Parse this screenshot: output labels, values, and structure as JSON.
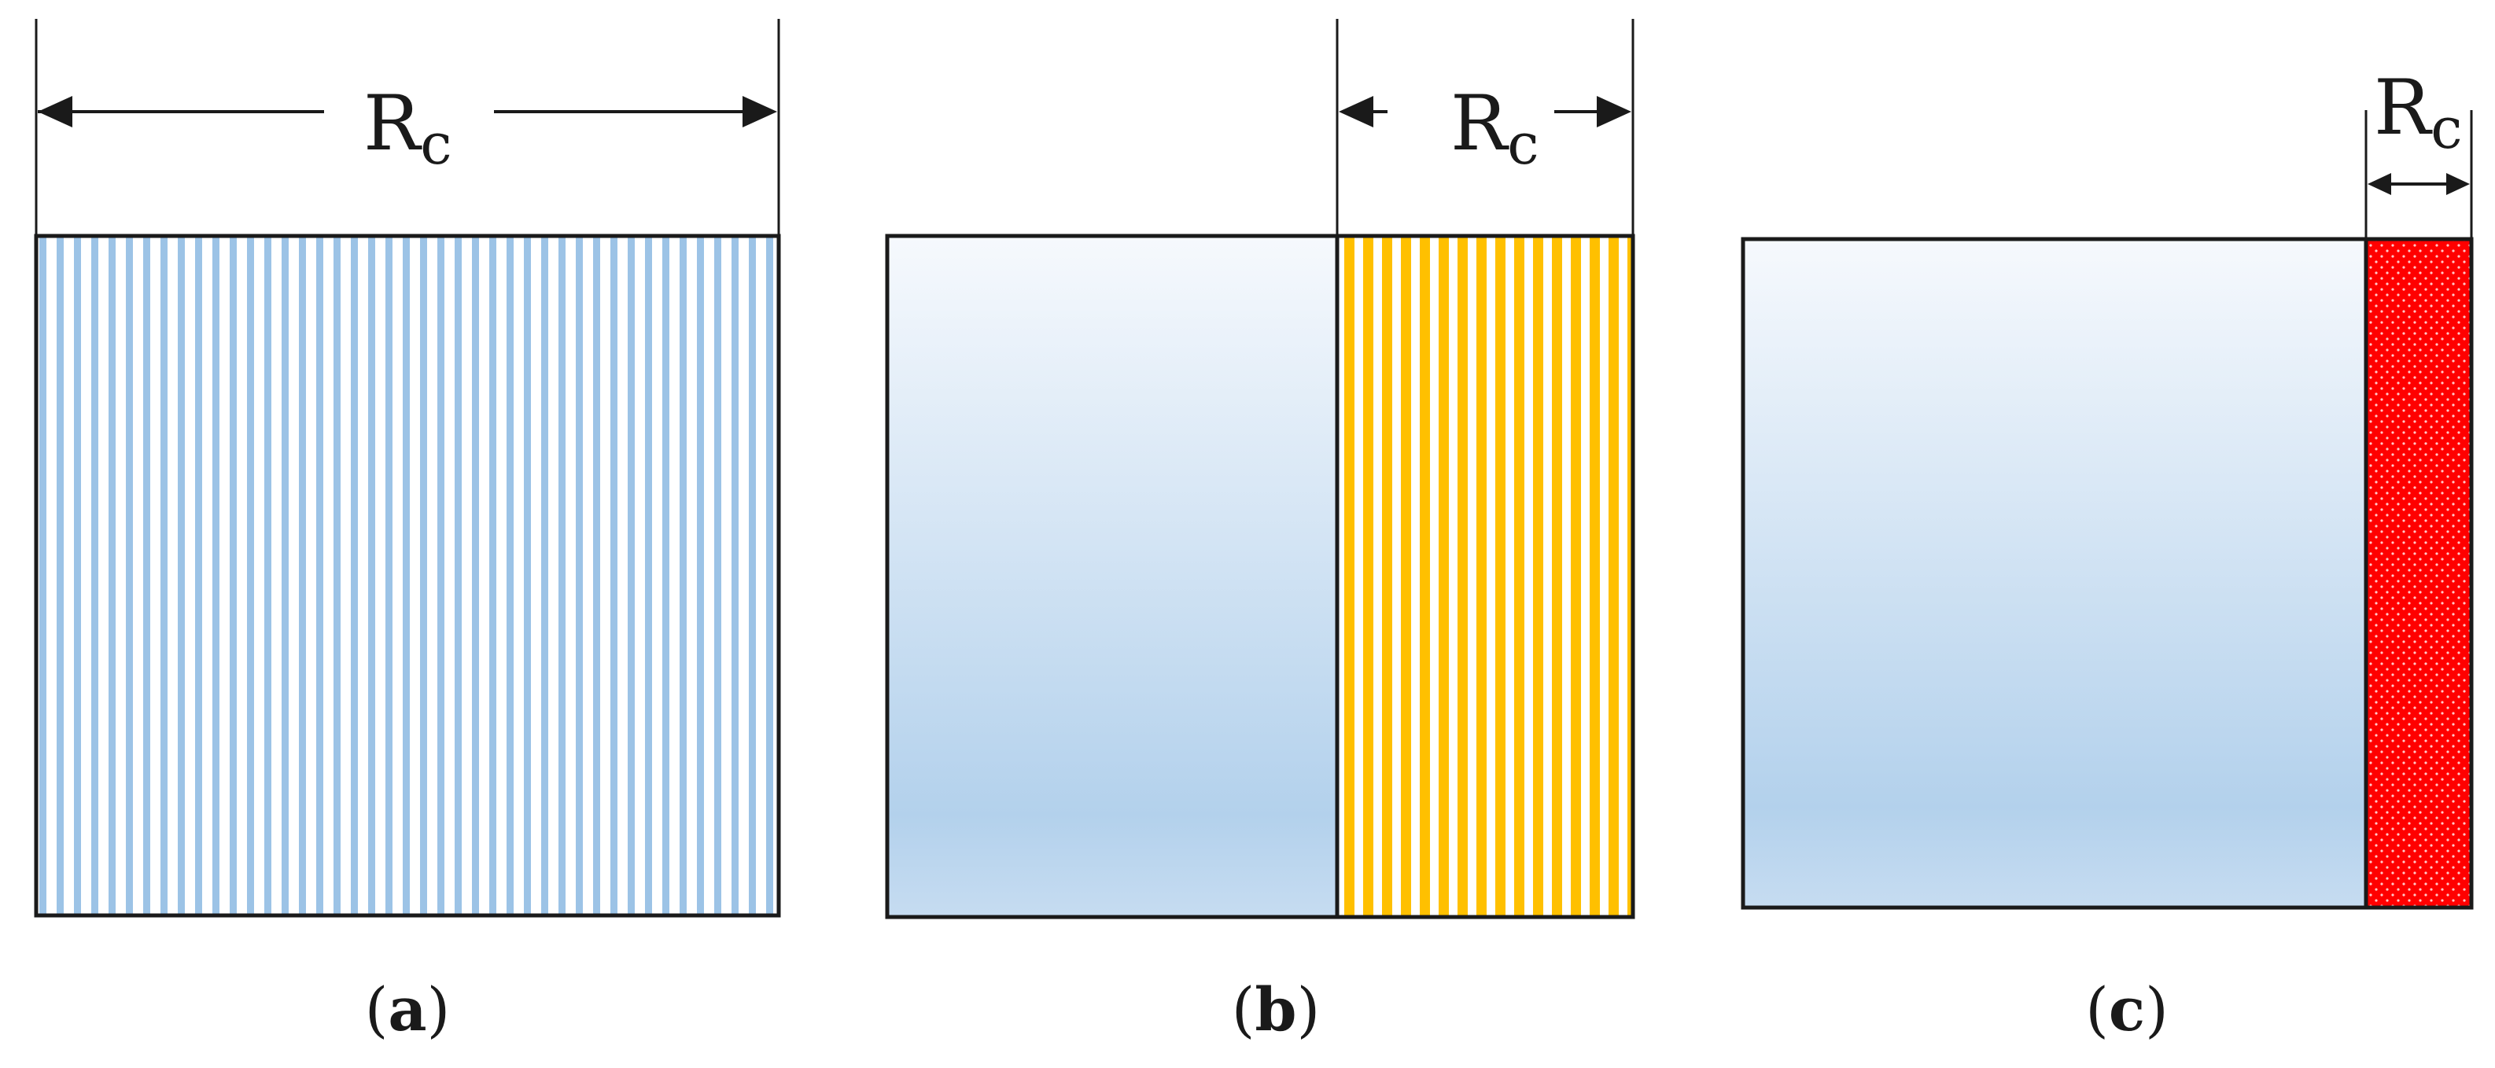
{
  "colors": {
    "outline": "#1a1a1a",
    "stripe_a": "#9cc3e6",
    "stripe_b": "#ffc000",
    "dots_c": "#ff0000",
    "gradient_top": "#f6f9fd",
    "gradient_bottom": "#b3d1ec"
  },
  "panels": [
    {
      "rc": "R",
      "rc_sub": "c",
      "caption_open": "(",
      "caption_letter": "a",
      "caption_close": ")"
    },
    {
      "rc": "R",
      "rc_sub": "c",
      "caption_open": "(",
      "caption_letter": "b",
      "caption_close": ")"
    },
    {
      "rc": "R",
      "rc_sub": "c",
      "caption_open": "(",
      "caption_letter": "c",
      "caption_close": ")"
    }
  ]
}
